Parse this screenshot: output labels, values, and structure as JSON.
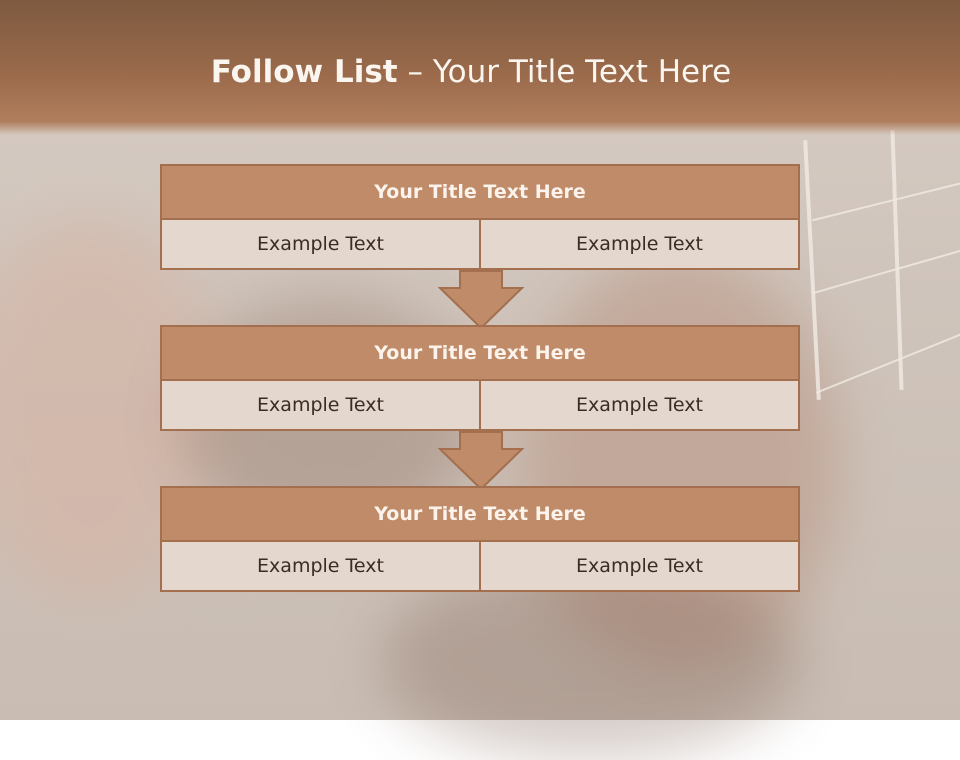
{
  "slide": {
    "title_bold": "Follow List",
    "title_rest": " – Your Title Text Here"
  },
  "colors": {
    "header": "#9a6a4b",
    "box_title": "#bf8b69",
    "box_cell": "#e4d7cd",
    "border": "#a36f4e"
  },
  "steps": [
    {
      "title": "Your Title Text Here",
      "left": "Example Text",
      "right": "Example Text"
    },
    {
      "title": "Your Title Text Here",
      "left": "Example Text",
      "right": "Example Text"
    },
    {
      "title": "Your Title Text Here",
      "left": "Example Text",
      "right": "Example Text"
    }
  ]
}
